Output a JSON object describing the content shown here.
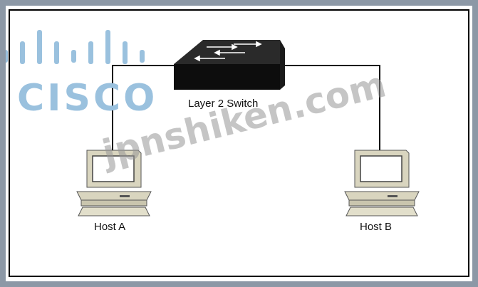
{
  "diagram": {
    "switch_label": "Layer 2 Switch",
    "host_a_label": "Host A",
    "host_b_label": "Host B"
  },
  "logo": {
    "text": "CISCO",
    "color": "#9ac1de"
  },
  "watermark": {
    "text": "jpnshiken.com"
  },
  "colors": {
    "switch": "#111111",
    "computer_beige": "#d9d5bf",
    "screen": "#ffffff",
    "link": "#000000"
  },
  "icons": [
    "switch-icon",
    "computer-icon"
  ]
}
